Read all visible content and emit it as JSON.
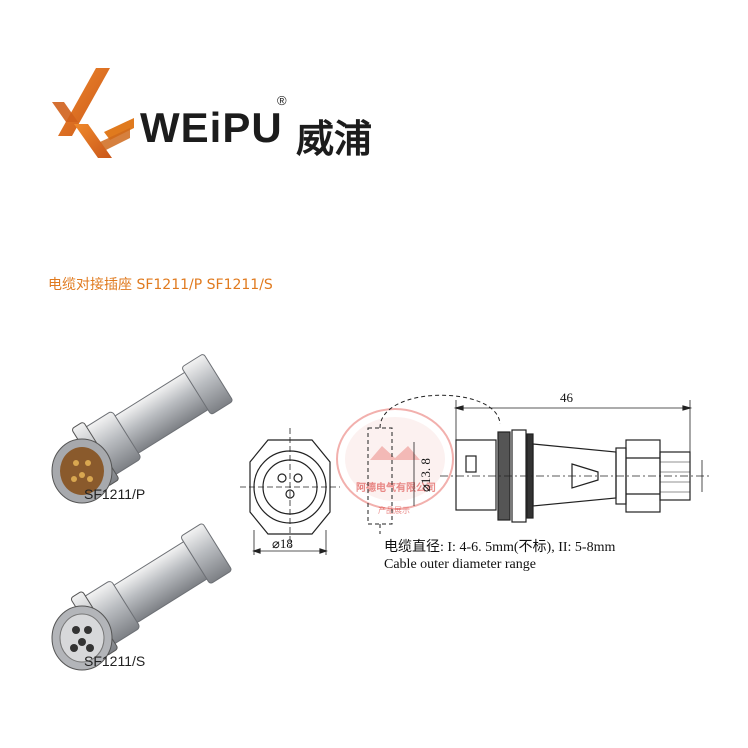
{
  "brand": {
    "name": "WEiPU",
    "registered_mark": "®",
    "name_cn": "威浦",
    "accent_color": "#e07a1e"
  },
  "product": {
    "title": "电缆对接插座 SF1211/P SF1211/S"
  },
  "photos": [
    {
      "caption": "SF1211/P"
    },
    {
      "caption": "SF1211/S"
    }
  ],
  "drawing": {
    "dim_overall_length": "46",
    "dim_diameter_front": "⌀18",
    "dim_diameter_inner": "⌀13. 8",
    "cable_range_cn": "电缆直径: I: 4-6. 5mm(不标), II: 5-8mm",
    "cable_range_en": "Cable outer  diameter range"
  },
  "stamp": {
    "company": "阿德电气有限公司",
    "subtitle": "产品展示"
  }
}
